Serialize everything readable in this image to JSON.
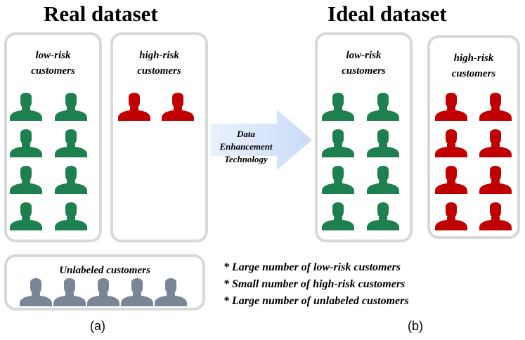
{
  "titles": {
    "real": "Real dataset",
    "ideal": "Ideal dataset"
  },
  "real": {
    "low_risk": {
      "line1": "low-risk",
      "line2": "customers"
    },
    "high_risk": {
      "line1": "high-risk",
      "line2": "customers"
    }
  },
  "ideal": {
    "low_risk": {
      "line1": "low-risk",
      "line2": "customers"
    },
    "high_risk": {
      "line1": "high-risk",
      "line2": "customers"
    }
  },
  "arrow": {
    "line1": "Data Enhancement",
    "line2": "Technology"
  },
  "unlabeled": {
    "label": "Unlabeled customers"
  },
  "notes": [
    "* Large number of low-risk customers",
    "* Small number of high-risk customers",
    "* Large number of unlabeled customers"
  ],
  "captions": {
    "a": "(a)",
    "b": "(b)"
  },
  "colors": {
    "low_risk": "#1e7f4f",
    "high_risk": "#c00000",
    "unlabeled": "#7a8696",
    "box_border": "#d9d9d9",
    "arrow_fill": "#d5e3fb"
  },
  "icons": {
    "person": "person-icon"
  },
  "counts": {
    "real_low_risk": 8,
    "real_high_risk": 2,
    "ideal_low_risk": 8,
    "ideal_high_risk": 8,
    "unlabeled": 5
  }
}
